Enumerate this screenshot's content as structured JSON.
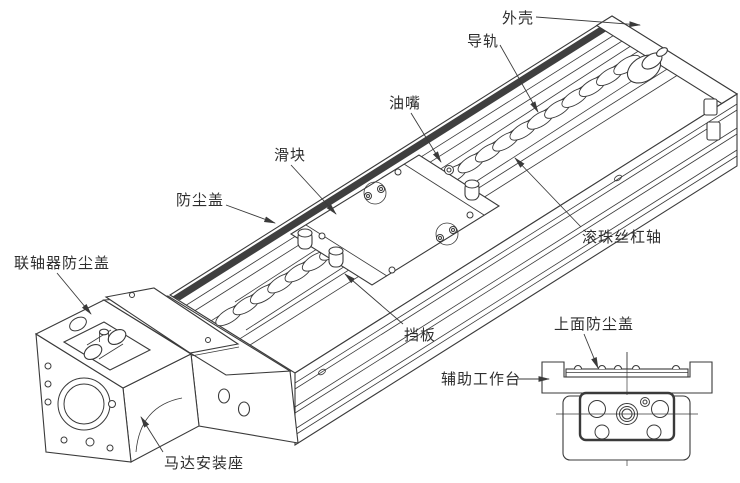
{
  "diagram": {
    "background": "#ffffff",
    "line_color": "#3a3a3a",
    "callouts": {
      "housing": "外壳",
      "guide_rail": "导轨",
      "oil_nipple": "油嘴",
      "slider": "滑块",
      "dust_cover": "防尘盖",
      "coupling_dust_cover": "联轴器防尘盖",
      "ball_screw_shaft": "滚珠丝杠轴",
      "baffle": "挡板",
      "top_dust_cover": "上面防尘盖",
      "auxiliary_worktable": "辅助工作台",
      "motor_mount": "马达安装座"
    }
  }
}
